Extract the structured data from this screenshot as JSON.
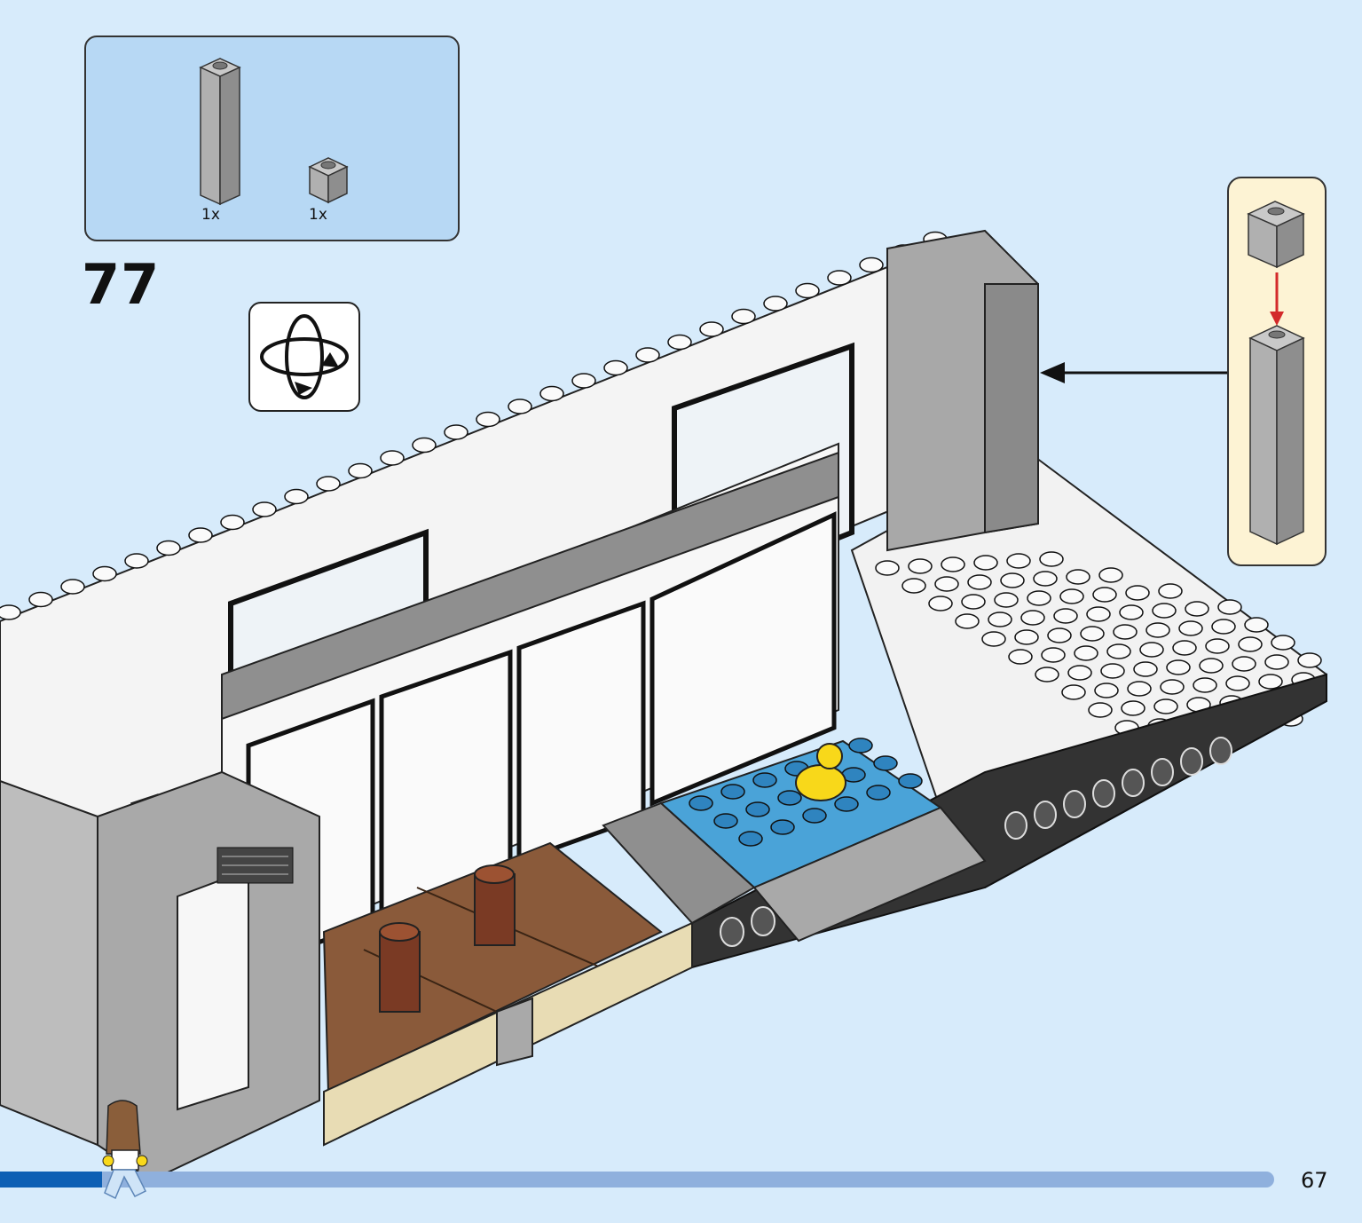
{
  "step": {
    "number": "77"
  },
  "parts": [
    {
      "icon": "gray-1x1-brick-tall-column-icon",
      "qty": "1x"
    },
    {
      "icon": "gray-1x1-brick-icon",
      "qty": "1x"
    }
  ],
  "rotate": {
    "icon": "rotate-model-icon"
  },
  "callout": {
    "icon": "place-brick-on-column-icon"
  },
  "page": {
    "number": "67"
  },
  "progress": {
    "fraction": 0.08
  },
  "colors": {
    "background": "#d7ebfb",
    "parts_box": "#b7d8f4",
    "callout": "#fdf3d4",
    "progress_fill": "#0d5fb4",
    "progress_track": "#8fb0dd",
    "brick_gray": "#a8a8a8",
    "brick_white": "#f4f4f4",
    "wood": "#8a5a3a",
    "water": "#4aa3d8",
    "arrow_red": "#d32a2a"
  }
}
